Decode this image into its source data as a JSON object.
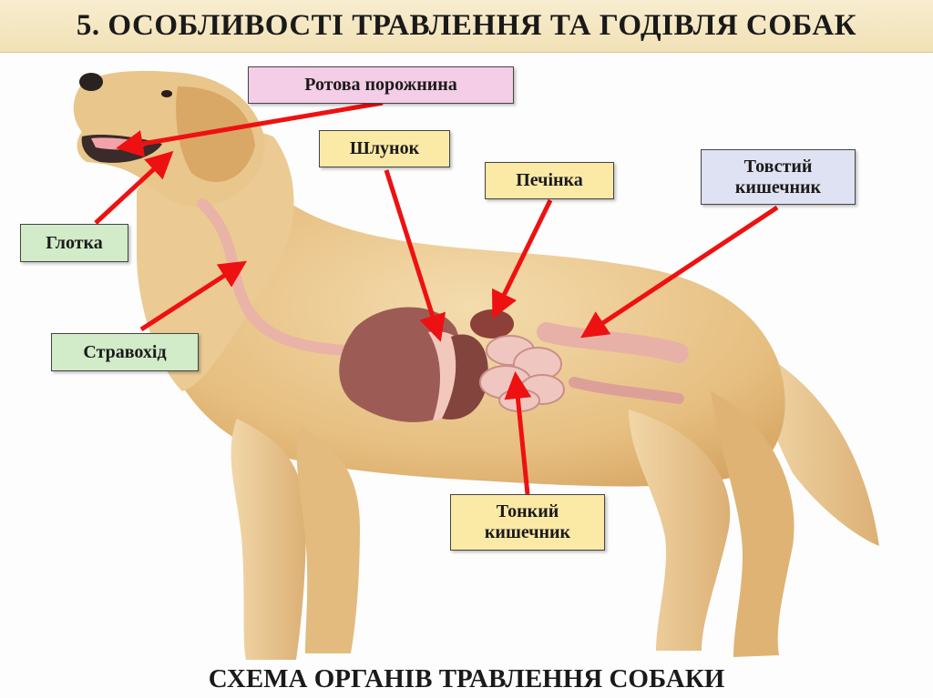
{
  "title": "5. ОСОБЛИВОСТІ ТРАВЛЕННЯ ТА ГОДІВЛЯ СОБАК",
  "labels": {
    "mouth": "Ротова порожнина",
    "pharynx": "Глотка",
    "esophagus": "Стравохід",
    "stomach": "Шлунок",
    "liver": "Печінка",
    "large_intestine_1": "Товстий",
    "large_intestine_2": "кишечник",
    "small_intestine_1": "Тонкий",
    "small_intestine_2": "кишечник"
  },
  "caption": "СХЕМА ОРГАНІВ ТРАВЛЕННЯ СОБАКИ",
  "colors": {
    "arrow": "#ee1111",
    "fur": "#e8c58a",
    "organ": "#9c5b55",
    "intestine": "#e9b8b0"
  }
}
